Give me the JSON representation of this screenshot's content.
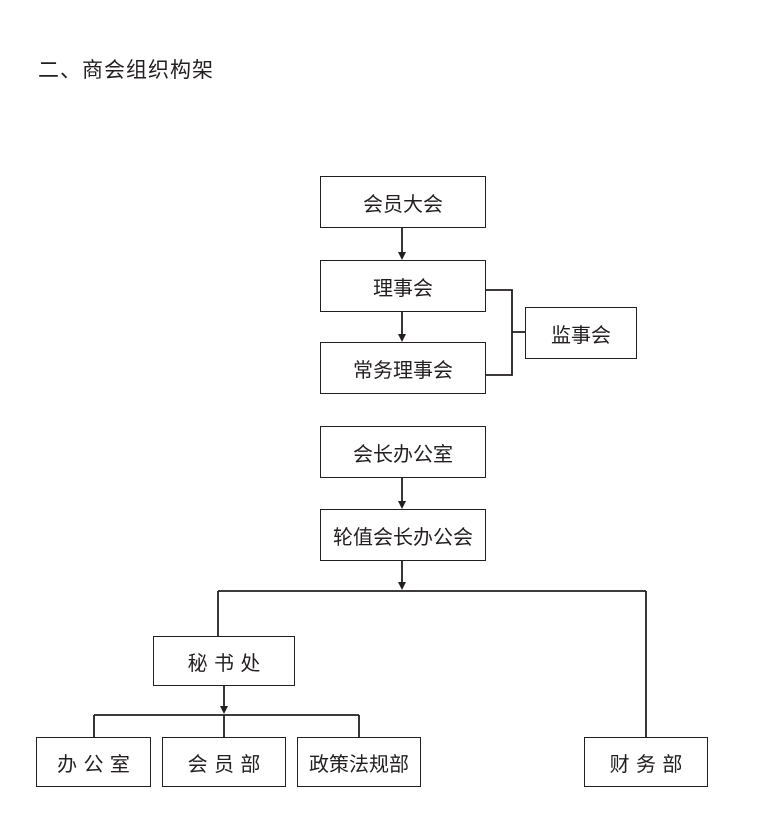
{
  "title": "二、商会组织构架",
  "nodes": {
    "general_assembly": "会员大会",
    "council": "理事会",
    "standing_council": "常务理事会",
    "supervisory_board": "监事会",
    "president_office": "会长办公室",
    "rotating_president_meeting": "轮值会长办公会",
    "secretariat": "秘 书 处",
    "office": "办 公 室",
    "membership_dept": "会 员 部",
    "policy_law_dept": "政策法规部",
    "finance_dept": "财 务 部"
  },
  "colors": {
    "line": "#231f20",
    "text": "#231f20",
    "background": "#ffffff"
  }
}
